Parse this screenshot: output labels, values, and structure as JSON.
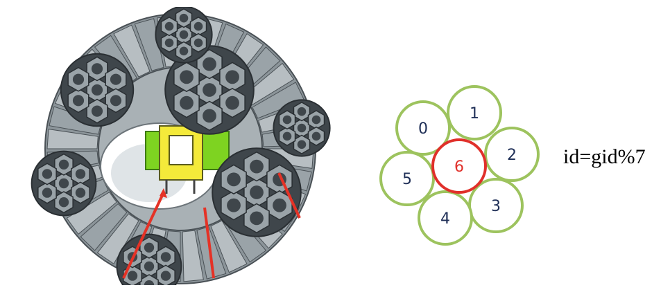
{
  "cluster": {
    "cells": [
      {
        "id": "0",
        "color": "#9dc35e",
        "text_color": "#1f2f57"
      },
      {
        "id": "1",
        "color": "#9dc35e",
        "text_color": "#1f2f57"
      },
      {
        "id": "2",
        "color": "#9dc35e",
        "text_color": "#1f2f57"
      },
      {
        "id": "3",
        "color": "#9dc35e",
        "text_color": "#1f2f57"
      },
      {
        "id": "4",
        "color": "#9dc35e",
        "text_color": "#1f2f57"
      },
      {
        "id": "5",
        "color": "#9dc35e",
        "text_color": "#1f2f57"
      },
      {
        "id": "6",
        "color": "#e0302a",
        "text_color": "#e0302a"
      }
    ]
  },
  "formula": "id=gid%7",
  "colors": {
    "crystal_face": "#5a6268",
    "crystal_side": "#9aa3a8",
    "housing": "#7f888d",
    "target_green": "#7ed321",
    "target_yellow": "#f4ea3a",
    "arrow_red": "#e53226"
  }
}
